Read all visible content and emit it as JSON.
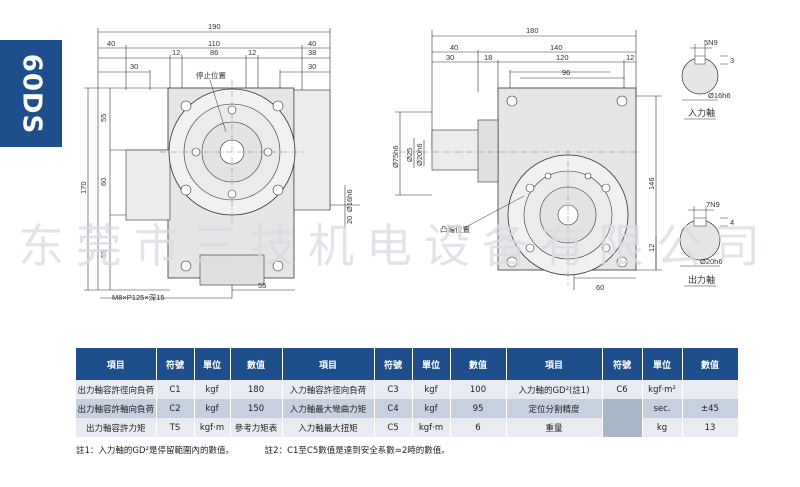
{
  "model_tab": "60DS",
  "watermark": "东莞市三技机电设备有限公司",
  "front_view": {
    "top_dims": [
      "190",
      "40",
      "110",
      "40",
      "12",
      "86",
      "12",
      "38",
      "30",
      "30"
    ],
    "left_dims": [
      "55",
      "170",
      "60",
      "55"
    ],
    "right_dims": [
      "Ø16h6",
      "20"
    ],
    "bottom_dims": [
      "55"
    ],
    "stop_label": "停止位置",
    "hole_label": "M8×P125×深15"
  },
  "side_view": {
    "top_dims": [
      "180",
      "40",
      "140",
      "30",
      "18",
      "120",
      "12",
      "96"
    ],
    "left_dims": [
      "Ø75h6",
      "Ø25",
      "Ø20h6"
    ],
    "right_dims": [
      "146",
      "12"
    ],
    "bottom_dims": [
      "60"
    ],
    "stop_label": "凸輪位置"
  },
  "input_shaft": {
    "dims": [
      "5N9",
      "3",
      "Ø16h6"
    ],
    "label": "入力軸"
  },
  "output_shaft": {
    "dims": [
      "7N9",
      "4",
      "Ø20h6"
    ],
    "label": "出力軸"
  },
  "table": {
    "headers": [
      "項目",
      "符號",
      "單位",
      "數值",
      "項目",
      "符號",
      "單位",
      "數值",
      "項目",
      "符號",
      "單位",
      "數值"
    ],
    "rows": [
      [
        "出力軸容許徑向負荷",
        "C1",
        "kgf",
        "180",
        "入力軸容許徑向負荷",
        "C3",
        "kgf",
        "100",
        "入力軸的GD²(註1)",
        "C6",
        "kgf·m²",
        ""
      ],
      [
        "出力軸容許軸向負荷",
        "C2",
        "kgf",
        "150",
        "入力軸最大彎曲力矩",
        "C4",
        "kgf",
        "95",
        "定位分割精度",
        "",
        "sec.",
        "±45"
      ],
      [
        "出力軸容許力矩",
        "TS",
        "kgf·m",
        "參考力矩表",
        "入力軸最大扭矩",
        "C5",
        "kgf·m",
        "6",
        "重量",
        "",
        "kg",
        "13"
      ]
    ]
  },
  "notes": [
    "註1：入力軸的GD²是停留範圍內的數值。",
    "註2：C1至C5數值是達到安全系數=2時的數值。"
  ],
  "colors": {
    "header_blue": "#1f4e8c",
    "row_light": "#e8ecf2",
    "row_dark": "#c7d0de",
    "body_gray": "#e6e6e6",
    "line_dark": "#333333"
  }
}
